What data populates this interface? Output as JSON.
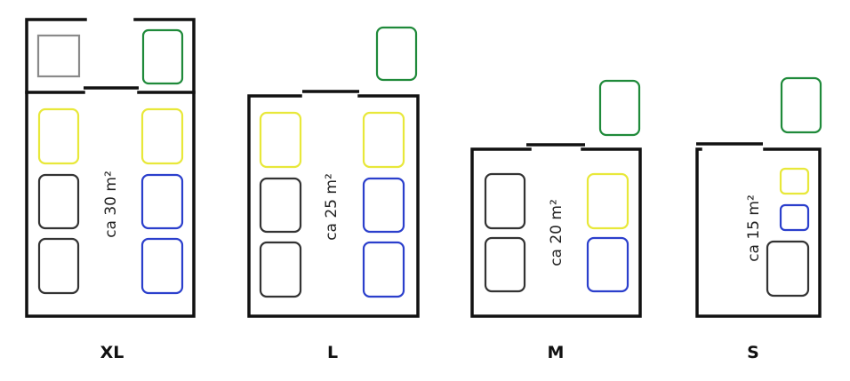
{
  "colors": {
    "wall": "#111111",
    "yellow": "#e8e83a",
    "black": "#333333",
    "blue": "#2b3fcc",
    "green": "#1f8a3a",
    "gray": "#8a8a8a"
  },
  "rooms": [
    {
      "id": "xl",
      "size_label": "XL",
      "area_label": "ca 30 m²"
    },
    {
      "id": "l",
      "size_label": "L",
      "area_label": "ca 25 m²"
    },
    {
      "id": "m",
      "size_label": "M",
      "area_label": "ca 20 m²"
    },
    {
      "id": "s",
      "size_label": "S",
      "area_label": "ca 15 m²"
    }
  ]
}
